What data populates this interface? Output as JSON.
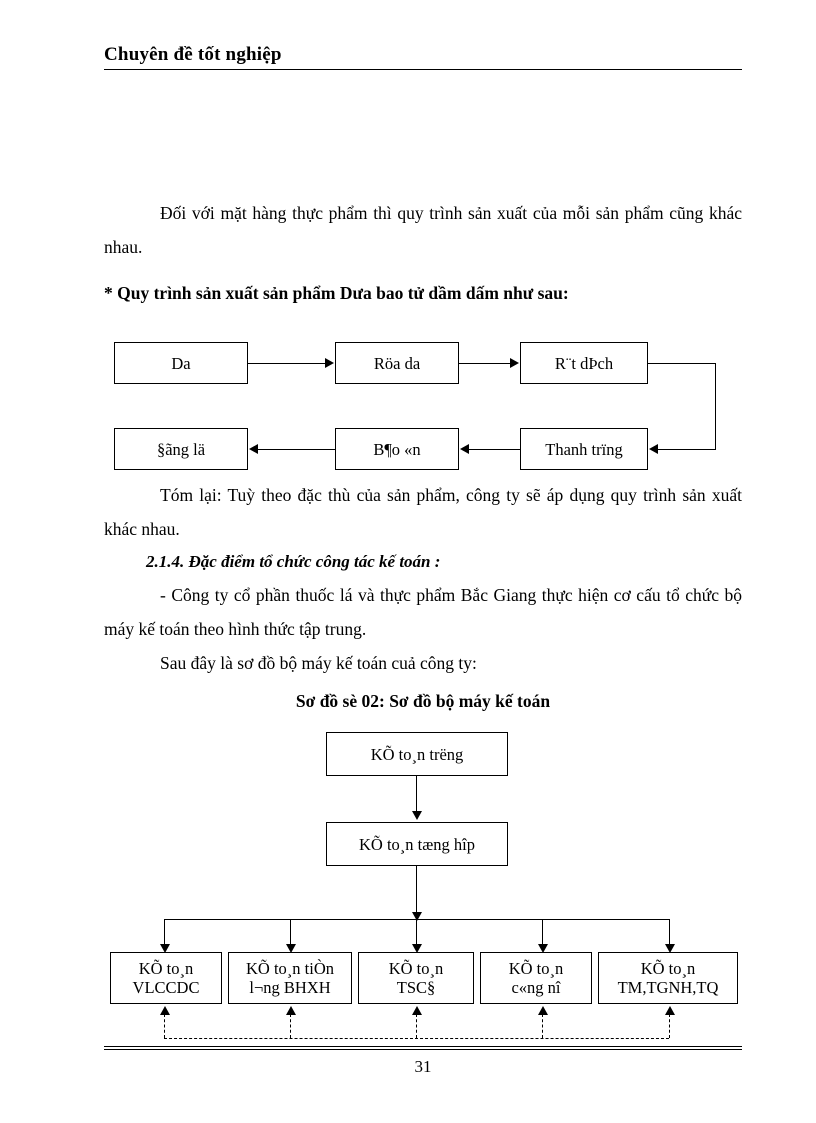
{
  "document": {
    "header_title": "Chuyên đề tốt nghiệp",
    "page_number": "31"
  },
  "body": {
    "para_1": "Đối với mặt hàng thực phẩm thì quy trình sản xuất của mỗi sản phẩm cũng khác nhau.",
    "heading_process": "* Quy trình sản xuất sản phẩm Dưa bao tử dầm dấm như sau:",
    "para_2": "Tóm lại:  Tuỳ theo đặc thù của sản phẩm, công ty sẽ áp dụng quy trình sản xuất khác nhau.",
    "section_heading": "2.1.4. Đặc điểm tổ chức công tác kế toán :",
    "para_3": "- Công ty cổ phần thuốc lá và thực phẩm Bắc Giang thực hiện cơ cấu tổ chức bộ máy kế toán theo hình thức tập trung.",
    "para_4": "Sau đây là sơ đồ bộ máy kế toán cuả công ty:",
    "diagram_title": "Sơ đồ sè 02: Sơ đồ bộ máy kế toán"
  },
  "process_diagram": {
    "nodes": [
      {
        "id": "da",
        "label": "Da"
      },
      {
        "id": "rua-da",
        "label": "Röa da"
      },
      {
        "id": "rot-dich",
        "label": "R¨t dÞch"
      },
      {
        "id": "thanh-trung",
        "label": "Thanh trïng"
      },
      {
        "id": "bao-on",
        "label": "B¶o «n"
      },
      {
        "id": "dong-lo",
        "label": "§ãng lä"
      }
    ]
  },
  "org_chart": {
    "top": {
      "label": "KÕ to¸n tr­ëng"
    },
    "second": {
      "label": "KÕ to¸n tæng hîp"
    },
    "leaves": [
      {
        "line1": "KÕ to¸n",
        "line2": "VLCCDC"
      },
      {
        "line1": "KÕ to¸n tiÒn",
        "line2": "l­¬ng  BHXH"
      },
      {
        "line1": "KÕ to¸n",
        "line2": "TSC§"
      },
      {
        "line1": "KÕ to¸n",
        "line2": "c«ng nî"
      },
      {
        "line1": "KÕ to¸n",
        "line2": "TM,TGNH,TQ"
      }
    ]
  }
}
